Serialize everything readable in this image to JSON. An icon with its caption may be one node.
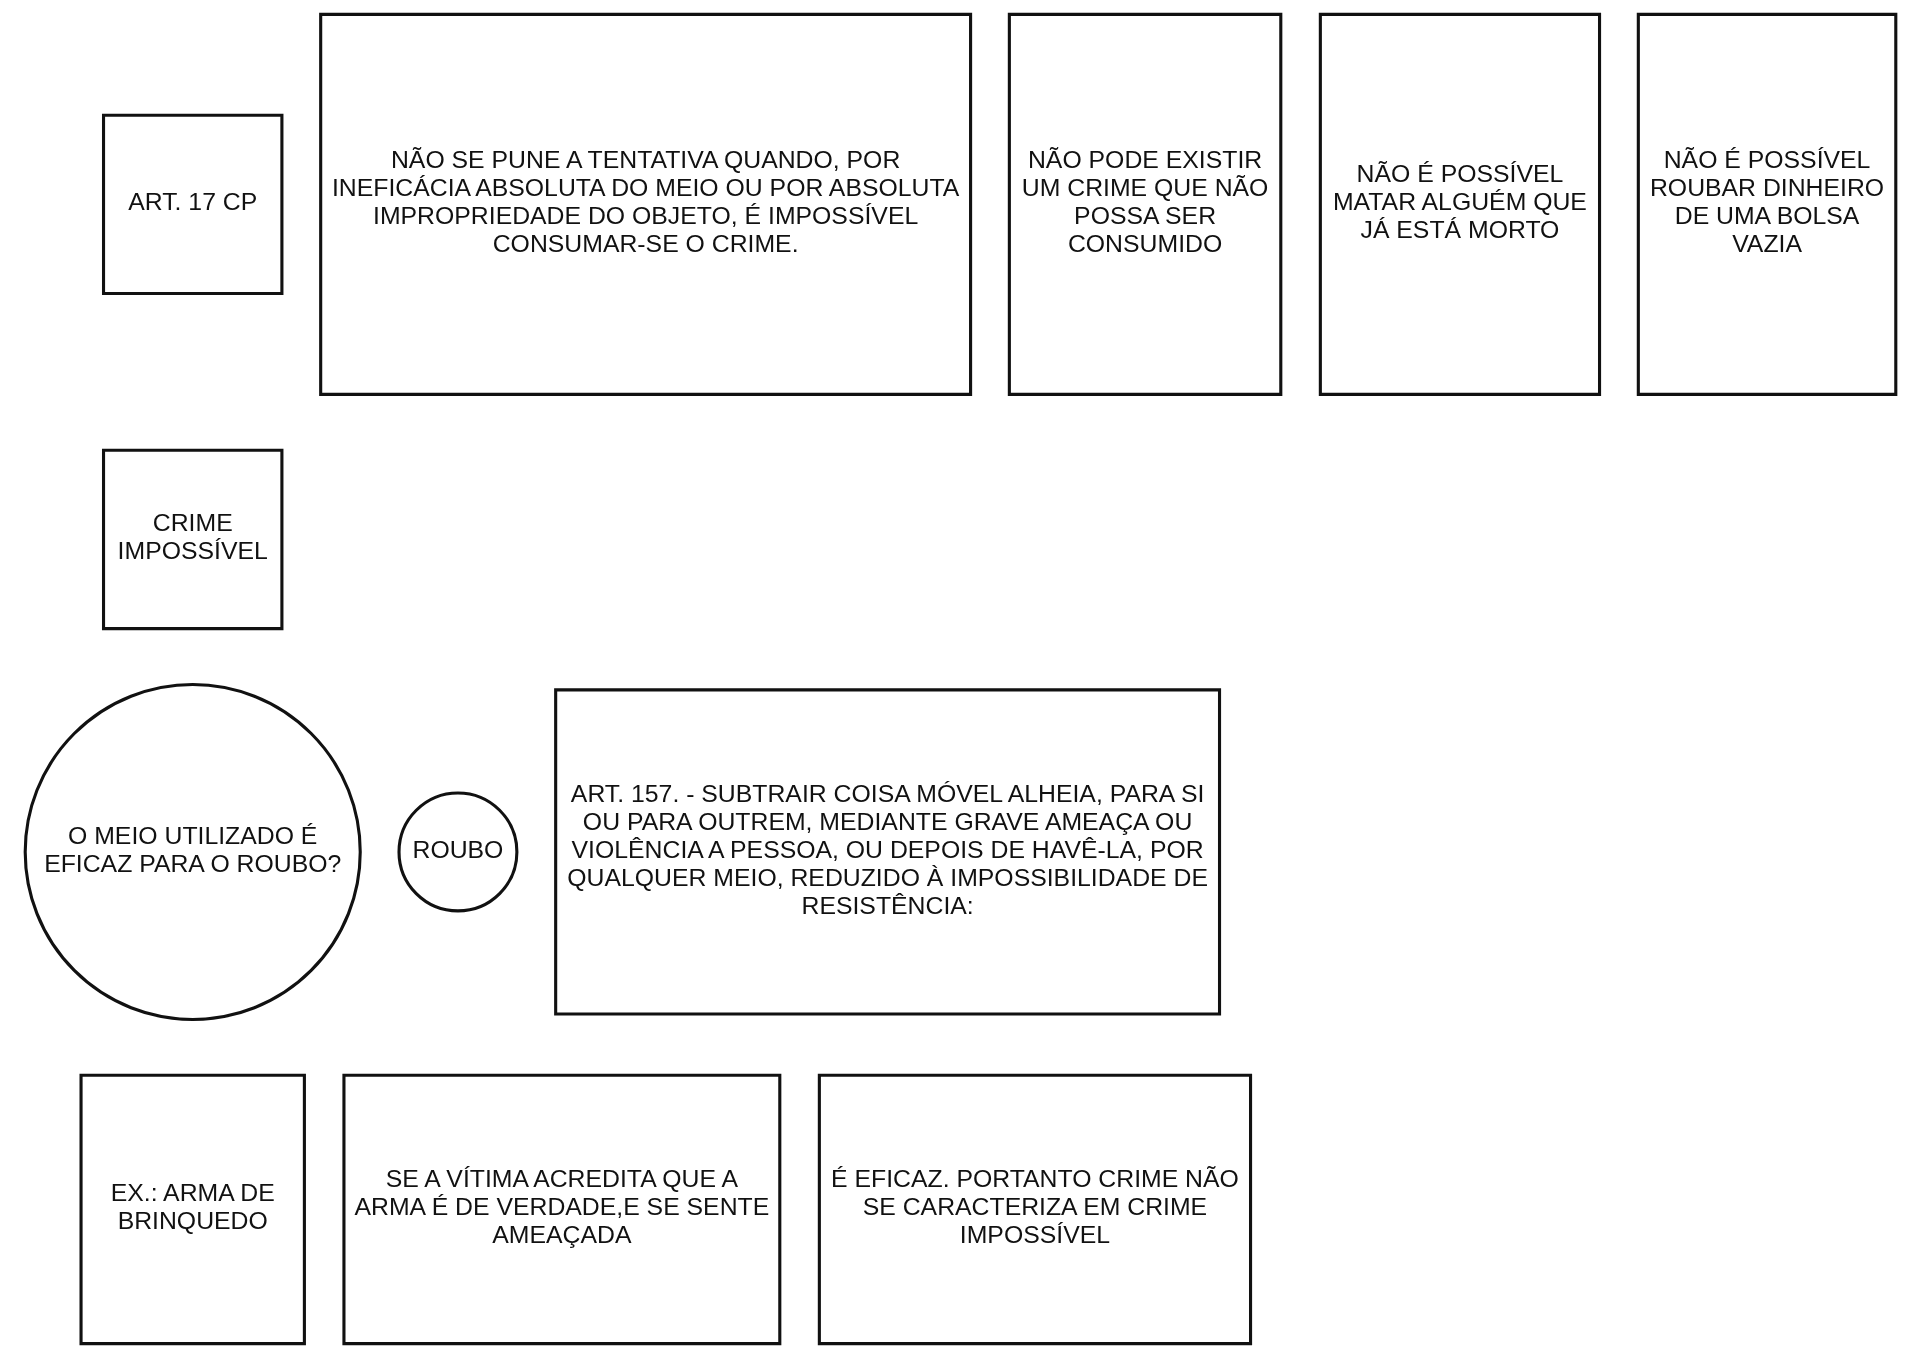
{
  "diagram": {
    "nodes": [
      {
        "text": [
          "ART. 17 CP"
        ]
      },
      {
        "text": [
          "NÃO SE PUNE A TENTATIVA QUANDO, POR INEFICÁCIA ABSOLUTA DO MEIO OU POR ABSOLUTA IMPROPRIEDADE DO OBJETO, É IMPOSSÍVEL CONSUMAR-SE O CRIME."
        ]
      },
      {
        "text": [
          "NÃO PODE EXISTIR UM CRIME QUE NÃO POSSA SER CONSUMIDO"
        ]
      },
      {
        "text": [
          "NÃO É POSSÍVEL MATAR ALGUÉM QUE JÁ ESTÁ MORTO"
        ]
      },
      {
        "text": [
          "NÃO É POSSÍVEL ROUBAR DINHEIRO DE UMA BOLSA VAZIA"
        ]
      },
      {
        "text": [
          "CRIME IMPOSSÍVEL"
        ]
      },
      {
        "text": [
          "O MEIO UTILIZADO É EFICAZ PARA O ROUBO?"
        ]
      },
      {
        "text": [
          "ROUBO"
        ]
      },
      {
        "text": [
          "ART. 157. - SUBTRAIR COISA MÓVEL ALHEIA, PARA SI OU PARA OUTREM, MEDIANTE GRAVE AMEAÇA OU VIOLÊNCIA A PESSOA, OU DEPOIS DE HAVÊ-LA, POR QUALQUER MEIO, REDUZIDO À IMPOSSIBILIDADE DE RESISTÊNCIA:"
        ]
      },
      {
        "text": [
          "EX.: ARMA DE BRINQUEDO"
        ]
      },
      {
        "text": [
          "SE A VÍTIMA ACREDITA QUE A ARMA É DE VERDADE,E SE SENTE AMEAÇADA"
        ]
      },
      {
        "text": [
          "É EFICAZ. PORTANTO CRIME NÃO SE CARACTERIZA EM CRIME IMPOSSÍVEL"
        ]
      }
    ]
  }
}
